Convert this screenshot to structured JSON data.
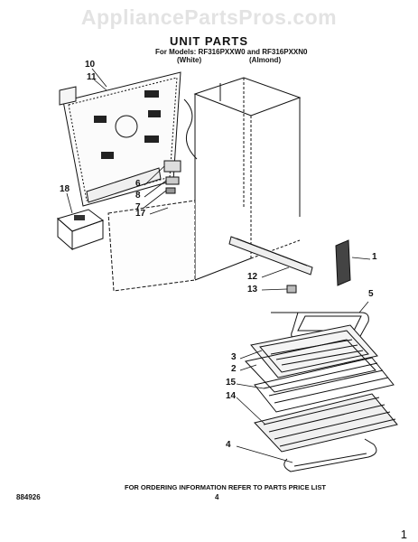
{
  "watermark": "AppliancePartsPros.com",
  "header": {
    "title": "UNIT PARTS",
    "models_line": "For Models: RF316PXXW0 and RF316PXXN0",
    "color_white": "(White)",
    "color_almond": "(Almond)"
  },
  "callouts": {
    "c10": "10",
    "c11": "11",
    "c18": "18",
    "c6": "6",
    "c8": "8",
    "c7": "7",
    "c17": "17",
    "c1": "1",
    "c12": "12",
    "c13": "13",
    "c5": "5",
    "c3": "3",
    "c2": "2",
    "c15": "15",
    "c14": "14",
    "c4": "4"
  },
  "footer": {
    "ordering_note": "FOR ORDERING INFORMATION REFER TO PARTS PRICE LIST",
    "doc_number": "884926",
    "page_number": "4",
    "corner_mark": "1"
  }
}
